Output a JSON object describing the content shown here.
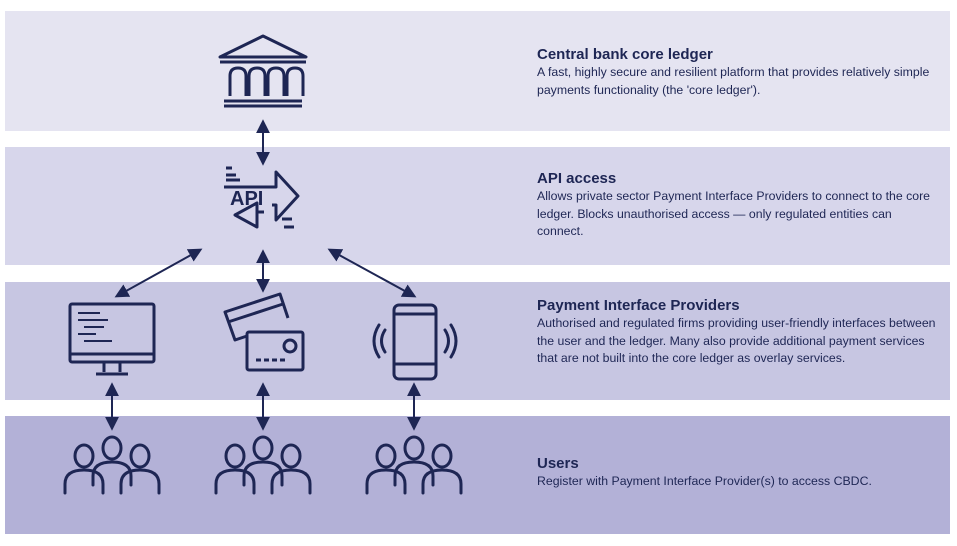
{
  "layers": [
    {
      "title": "Central bank core ledger",
      "description": "A fast, highly secure and resilient platform that provides relatively simple payments functionality (the 'core ledger')."
    },
    {
      "title": "API access",
      "description": "Allows private sector Payment Interface Providers to connect to the core ledger. Blocks unauthorised access — only regulated entities can connect."
    },
    {
      "title": "Payment Interface Providers",
      "description": "Authorised and regulated firms providing user-friendly interfaces between the user and the ledger. Many also provide additional payment services that are not built into the core ledger as overlay services."
    },
    {
      "title": "Users",
      "description": "Register with Payment Interface Provider(s) to access CBDC."
    }
  ],
  "icons": {
    "api_label": "API",
    "bank": "bank-building-icon",
    "api": "api-arrows-icon",
    "providers": [
      "computer-monitor-icon",
      "credit-cards-icon",
      "mobile-phone-icon"
    ],
    "users": "user-group-icon"
  },
  "colors": {
    "ink": "#1e2654",
    "band_1": "#e5e4f1",
    "band_2": "#d7d6eb",
    "band_3": "#c7c6e2",
    "band_4": "#b3b1d7"
  }
}
